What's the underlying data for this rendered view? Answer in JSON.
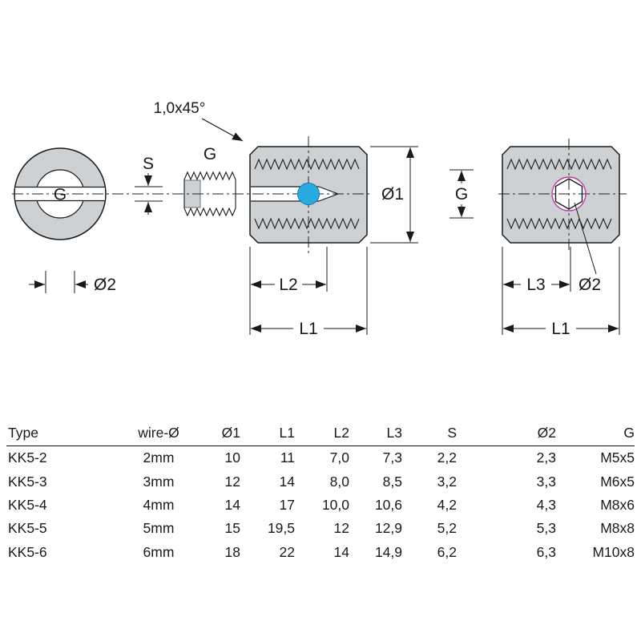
{
  "drawing": {
    "chamfer_note": "1,0x45°",
    "labels": {
      "front_g": "G",
      "s": "S",
      "thread_g": "G",
      "dia1": "Ø1",
      "g_dim": "G",
      "l2": "L2",
      "l1_left": "L1",
      "l3": "L3",
      "l1_right": "L1",
      "dia2_left": "Ø2",
      "dia2_right": "Ø2"
    },
    "colors": {
      "body_fill": "#cdd1d4",
      "outline": "#1a1a1a",
      "wire_blue": "#29abe2",
      "hole_magenta": "#c0399f"
    }
  },
  "table": {
    "headers": [
      "Type",
      "wire-Ø",
      "Ø1",
      "L1",
      "L2",
      "L3",
      "S",
      "Ø2",
      "G"
    ],
    "rows": [
      [
        "KK5-2",
        "2mm",
        "10",
        "11",
        "7,0",
        "7,3",
        "2,2",
        "2,3",
        "M5x5"
      ],
      [
        "KK5-3",
        "3mm",
        "12",
        "14",
        "8,0",
        "8,5",
        "3,2",
        "3,3",
        "M6x5"
      ],
      [
        "KK5-4",
        "4mm",
        "14",
        "17",
        "10,0",
        "10,6",
        "4,2",
        "4,3",
        "M8x6"
      ],
      [
        "KK5-5",
        "5mm",
        "15",
        "19,5",
        "12",
        "12,9",
        "5,2",
        "5,3",
        "M8x8"
      ],
      [
        "KK5-6",
        "6mm",
        "18",
        "22",
        "14",
        "14,9",
        "6,2",
        "6,3",
        "M10x8"
      ]
    ]
  }
}
